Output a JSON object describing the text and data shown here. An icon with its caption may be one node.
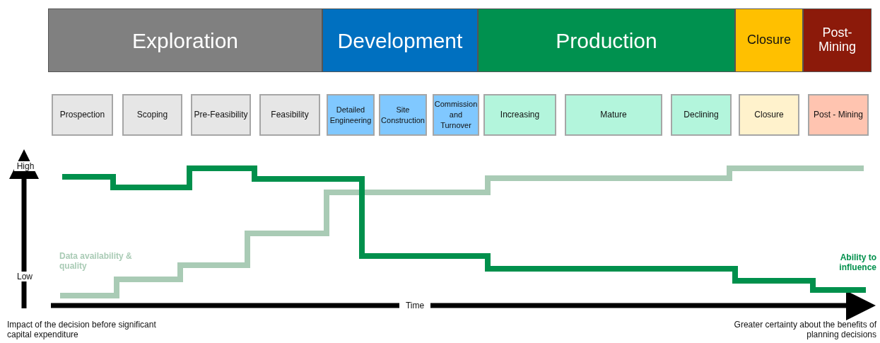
{
  "diagram": {
    "nodes": [
      {
        "text": [
          "Exploration"
        ]
      },
      {
        "text": [
          "Development"
        ]
      },
      {
        "text": [
          "Production"
        ]
      },
      {
        "text": [
          "Closure"
        ]
      },
      {
        "text": [
          "Post-Mining"
        ]
      },
      {
        "text": [
          "Prospection"
        ]
      },
      {
        "text": [
          "Scoping"
        ]
      },
      {
        "text": [
          "Pre-Feasibility"
        ]
      },
      {
        "text": [
          "Feasibility"
        ]
      },
      {
        "text": [
          "Detailed Engineering"
        ]
      },
      {
        "text": [
          "Site Construction"
        ]
      },
      {
        "text": [
          "Commission and Turnover"
        ]
      },
      {
        "text": [
          "Increasing"
        ]
      },
      {
        "text": [
          "Mature"
        ]
      },
      {
        "text": [
          "Declining"
        ]
      },
      {
        "text": [
          "Closure"
        ]
      },
      {
        "text": [
          "Post - Mining"
        ]
      }
    ],
    "edges": [],
    "labels": [
      "High",
      "Data availability & quality",
      "Ability to influence",
      "Low",
      "Time",
      "Impact of the decision before significant capital expenditure",
      "Greater certainty about the benefits of planning decisions"
    ]
  }
}
